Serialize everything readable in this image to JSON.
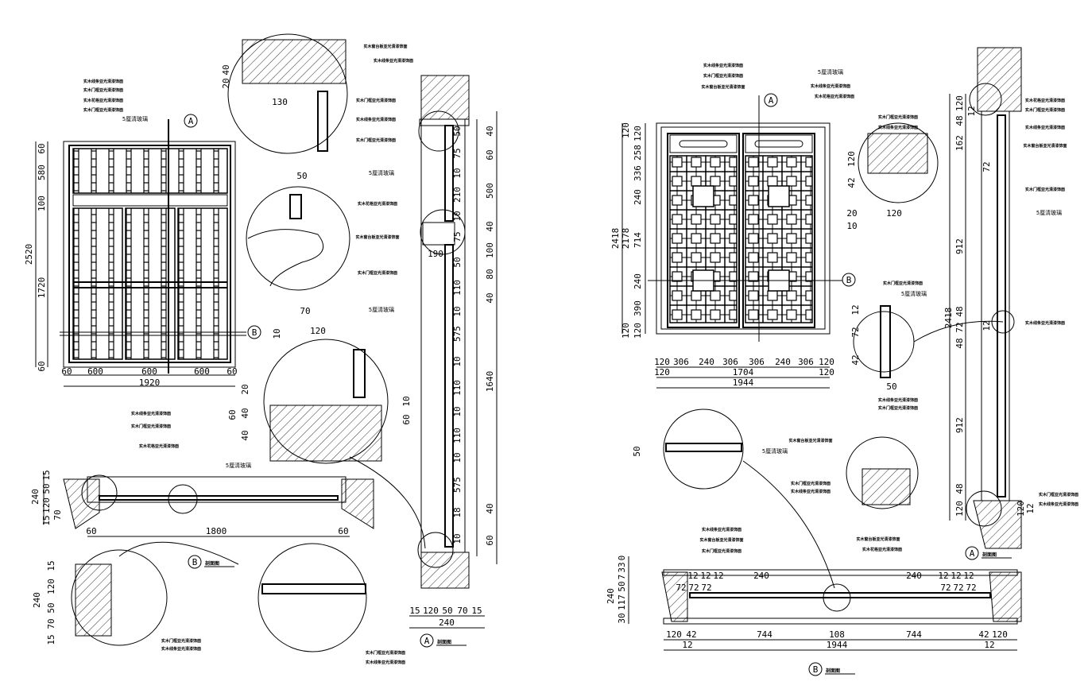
{
  "markers": {
    "a": "A",
    "b": "B",
    "section_title": "剖面图"
  },
  "notes": {
    "trim": "实木线条亚光清漆饰面",
    "frame": "实木门框亚光清漆饰面",
    "sill": "实木窗台板亚光清漆饰面",
    "glass": "5厘清玻璃",
    "lattice": "实木花格亚光清漆饰面"
  },
  "left_elevation": {
    "vertical": [
      "60",
      "580",
      "100",
      "1720",
      "60"
    ],
    "vertical_total": "2520",
    "horizontal": [
      "60",
      "600",
      "600",
      "600",
      "60"
    ],
    "horizontal_total": "1920"
  },
  "left_section_a": {
    "inner": [
      "50",
      "75",
      "10",
      "210",
      "10",
      "75",
      "50",
      "110",
      "10",
      "575",
      "10",
      "110",
      "10",
      "110",
      "10",
      "575",
      "18",
      "10"
    ],
    "outer": [
      "40",
      "60",
      "500",
      "40",
      "100",
      "80",
      "40",
      "1640",
      "40",
      "60"
    ],
    "bottom": [
      "15",
      "120",
      "50",
      "70",
      "15"
    ],
    "bottom_total": "240",
    "misc": [
      "190"
    ]
  },
  "left_details": [
    "20",
    "40",
    "130",
    "50",
    "70",
    "10",
    "120",
    "20",
    "40",
    "60",
    "40",
    "10",
    "60"
  ],
  "left_plan_b": {
    "vertical": [
      "240",
      "15",
      "50",
      "120",
      "15",
      "70"
    ],
    "horizontal": [
      "60",
      "1800",
      "60"
    ],
    "detail": [
      "240",
      "15",
      "120",
      "50",
      "70",
      "15"
    ]
  },
  "right_elevation": {
    "vertical": [
      "120",
      "120",
      "258",
      "336",
      "240",
      "714",
      "240",
      "390",
      "120",
      "120"
    ],
    "totals": [
      "2418",
      "2178"
    ],
    "horizontal": [
      "120",
      "306",
      "240",
      "306",
      "306",
      "240",
      "306",
      "120"
    ],
    "horizontal_mid": [
      "120",
      "1704",
      "120"
    ],
    "horizontal_total": "1944"
  },
  "right_section_a": {
    "dims": [
      "120",
      "48",
      "162",
      "912",
      "48",
      "72",
      "48",
      "912",
      "48",
      "120"
    ],
    "total": "2418",
    "misc": [
      "12",
      "72",
      "12",
      "120",
      "12"
    ]
  },
  "right_details": [
    "42",
    "120",
    "20",
    "120",
    "10",
    "12",
    "72",
    "42",
    "50",
    "50"
  ],
  "right_plan_b": {
    "vertical": [
      "240",
      "30",
      "117",
      "50",
      "7",
      "33",
      "0"
    ],
    "top_left": [
      "12",
      "12",
      "12",
      "240",
      "72",
      "72",
      "72"
    ],
    "top_right": [
      "240",
      "12",
      "12",
      "12",
      "72",
      "72",
      "72"
    ],
    "bottom": [
      "120",
      "42",
      "744",
      "108",
      "744",
      "42",
      "120"
    ],
    "sub": [
      "12",
      "1944",
      "12"
    ]
  }
}
